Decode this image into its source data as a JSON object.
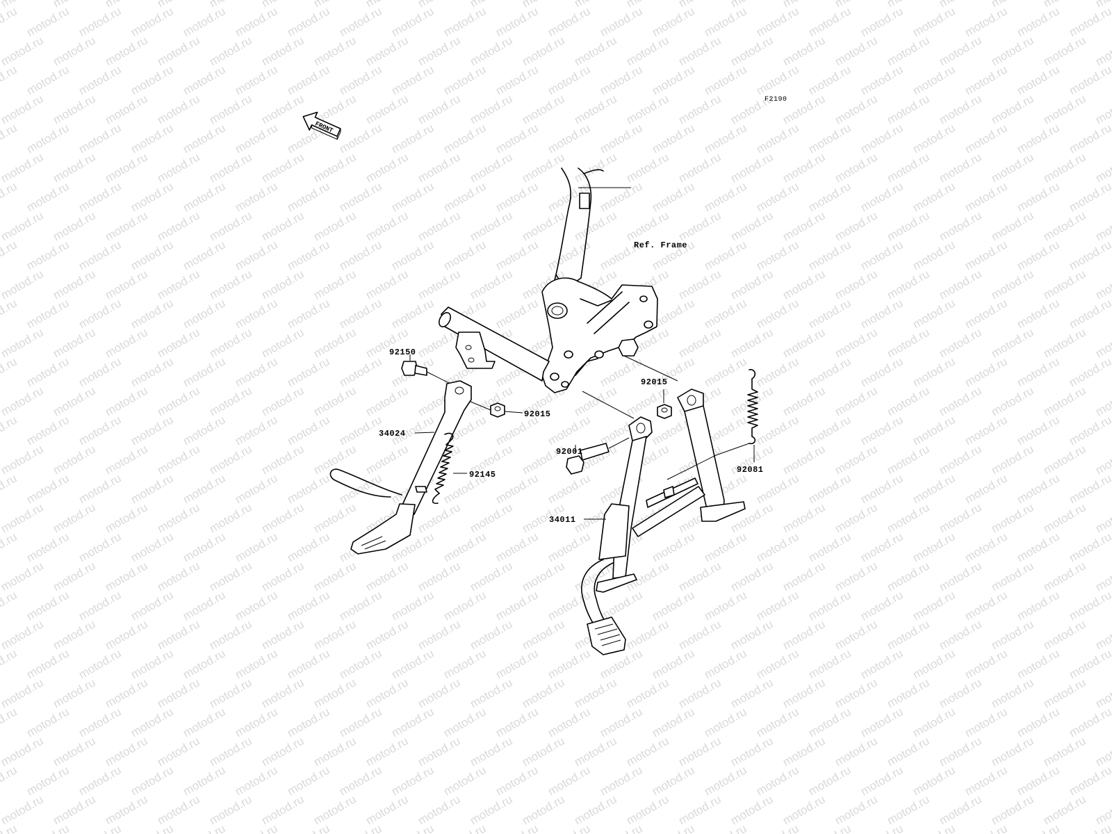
{
  "diagram": {
    "code": "F2190",
    "front_label": "FRONT",
    "ref_label": "Ref. Frame",
    "watermark": "motod.ru",
    "parts": [
      {
        "id": "92150",
        "label": "92150"
      },
      {
        "id": "92015a",
        "label": "92015"
      },
      {
        "id": "34024",
        "label": "34024"
      },
      {
        "id": "92145",
        "label": "92145"
      },
      {
        "id": "92015b",
        "label": "92015"
      },
      {
        "id": "92001",
        "label": "92001"
      },
      {
        "id": "34011",
        "label": "34011"
      },
      {
        "id": "92081",
        "label": "92081"
      }
    ]
  },
  "colors": {
    "line": "#000000",
    "watermark": "#d9d9d9",
    "background": "#ffffff"
  }
}
